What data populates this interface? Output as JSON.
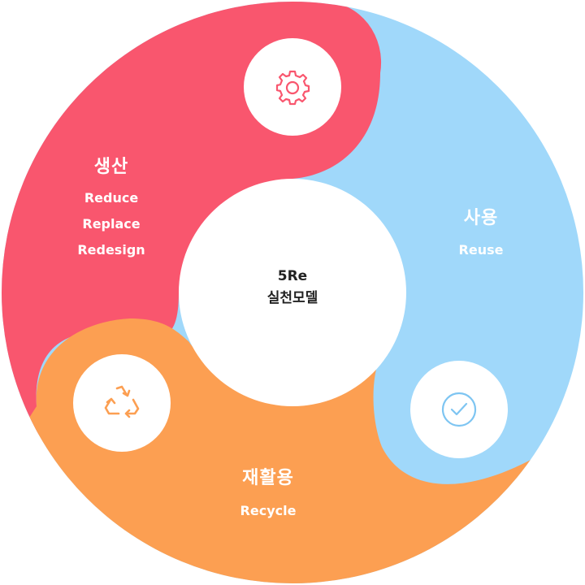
{
  "center": {
    "line1": "5Re",
    "line2": "실천모델"
  },
  "segments": [
    {
      "key": "production",
      "title": "생산",
      "items": [
        "Reduce",
        "Replace",
        "Redesign"
      ],
      "color": "#F9566E",
      "icon": "gear-icon"
    },
    {
      "key": "use",
      "title": "사용",
      "items": [
        "Reuse"
      ],
      "color": "#A0D8FA",
      "icon": "check-circle-icon"
    },
    {
      "key": "recycle",
      "title": "재활용",
      "items": [
        "Recycle"
      ],
      "color": "#FC9F52",
      "icon": "recycle-icon"
    }
  ]
}
